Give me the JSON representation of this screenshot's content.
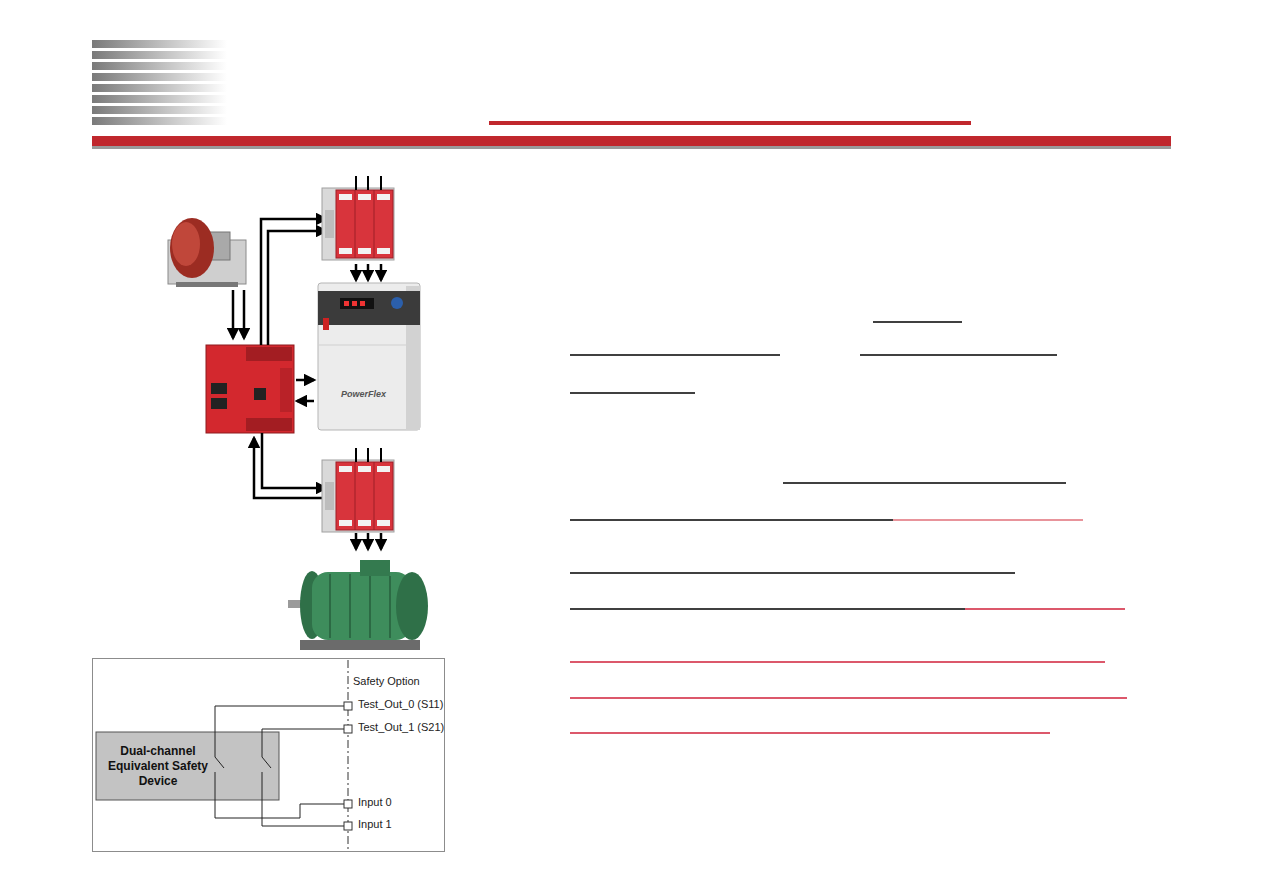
{
  "diagram": {
    "nodes": [
      {
        "text": [
          "Dual-channel Equivalent Safety Device"
        ]
      }
    ],
    "labels": [
      "PowerFlex",
      "Safety Option",
      "Test_Out_0 (S11)",
      "Test_Out_1 (S21)",
      "Input 0",
      "Input 1"
    ]
  }
}
